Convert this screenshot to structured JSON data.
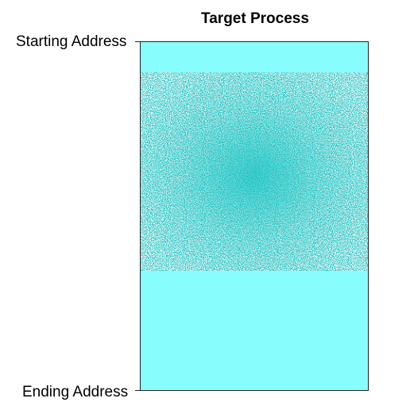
{
  "diagram": {
    "title": "Target Process",
    "start_label": "Starting Address",
    "end_label": "Ending Address"
  },
  "colors": {
    "memory_background": "#88fdfd",
    "region_fill": "#13c2c2",
    "noise_speckle": "#e6ecec",
    "border": "#222222"
  }
}
